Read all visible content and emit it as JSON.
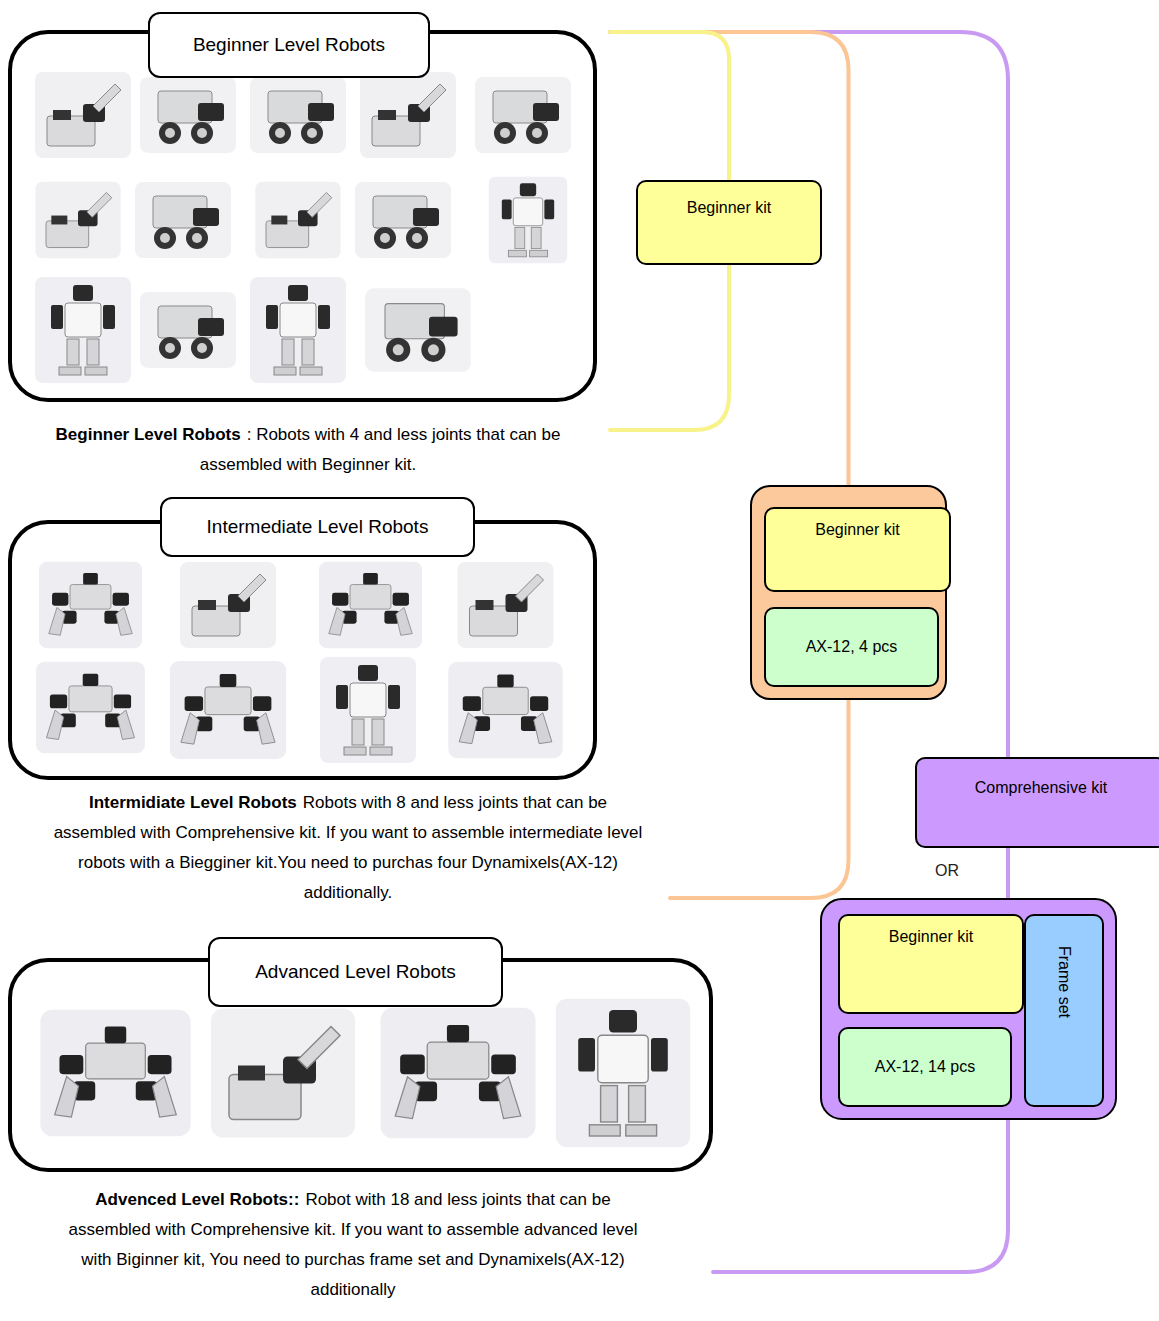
{
  "diagram": {
    "nodes": [
      {
        "text": [
          "Beginner Level Robots",
          ": Robots with 4 and less joints that can be assembled with Beginner kit."
        ]
      },
      {
        "text": [
          "Beginner Level Robots"
        ],
        "in": 0
      },
      {
        "text": [
          "Intermidiate Level Robots",
          "Robots with 8 and less joints that can be assembled with Comprehensive kit. If you want to assemble intermediate level robots with a Biegginer kit.You need to purchas four Dynamixels(AX-12) additionally."
        ]
      },
      {
        "text": [
          "Intermediate Level Robots"
        ],
        "in": 2
      },
      {
        "text": [
          "Advenced Level Robots::",
          "Robot with 18 and less joints that can be assembled with Comprehensive kit. If you want to assemble advanced level with Biginner kit, You need to purchas frame set and Dynamixels(AX-12) additionally"
        ]
      },
      {
        "text": [
          "Advanced Level Robots"
        ],
        "in": 4
      },
      {
        "text": [
          "Beginner kit"
        ]
      },
      {
        "text": []
      },
      {
        "text": [
          "Beginner kit"
        ],
        "in": 7
      },
      {
        "text": [
          "AX-12, 4 pcs"
        ],
        "in": 7
      },
      {
        "text": [
          "Comprehensive kit"
        ]
      },
      {
        "text": []
      },
      {
        "text": [
          "Beginner kit"
        ],
        "in": 11
      },
      {
        "text": [
          "AX-12, 14 pcs"
        ],
        "in": 11
      },
      {
        "text": [
          "Frame set"
        ],
        "in": 11
      }
    ],
    "edges": [
      {
        "from": 0,
        "to": 6,
        "arrow": "none"
      },
      {
        "from": 6,
        "to": 0,
        "arrow": "none"
      },
      {
        "from": 0,
        "to": 7,
        "arrow": "none"
      },
      {
        "from": 7,
        "to": 2,
        "arrow": "none"
      },
      {
        "from": 0,
        "to": 10,
        "arrow": "none"
      },
      {
        "from": 10,
        "to": 11,
        "arrow": "none"
      },
      {
        "from": 11,
        "to": 4,
        "arrow": "none"
      }
    ],
    "labels": [
      "OR"
    ]
  }
}
